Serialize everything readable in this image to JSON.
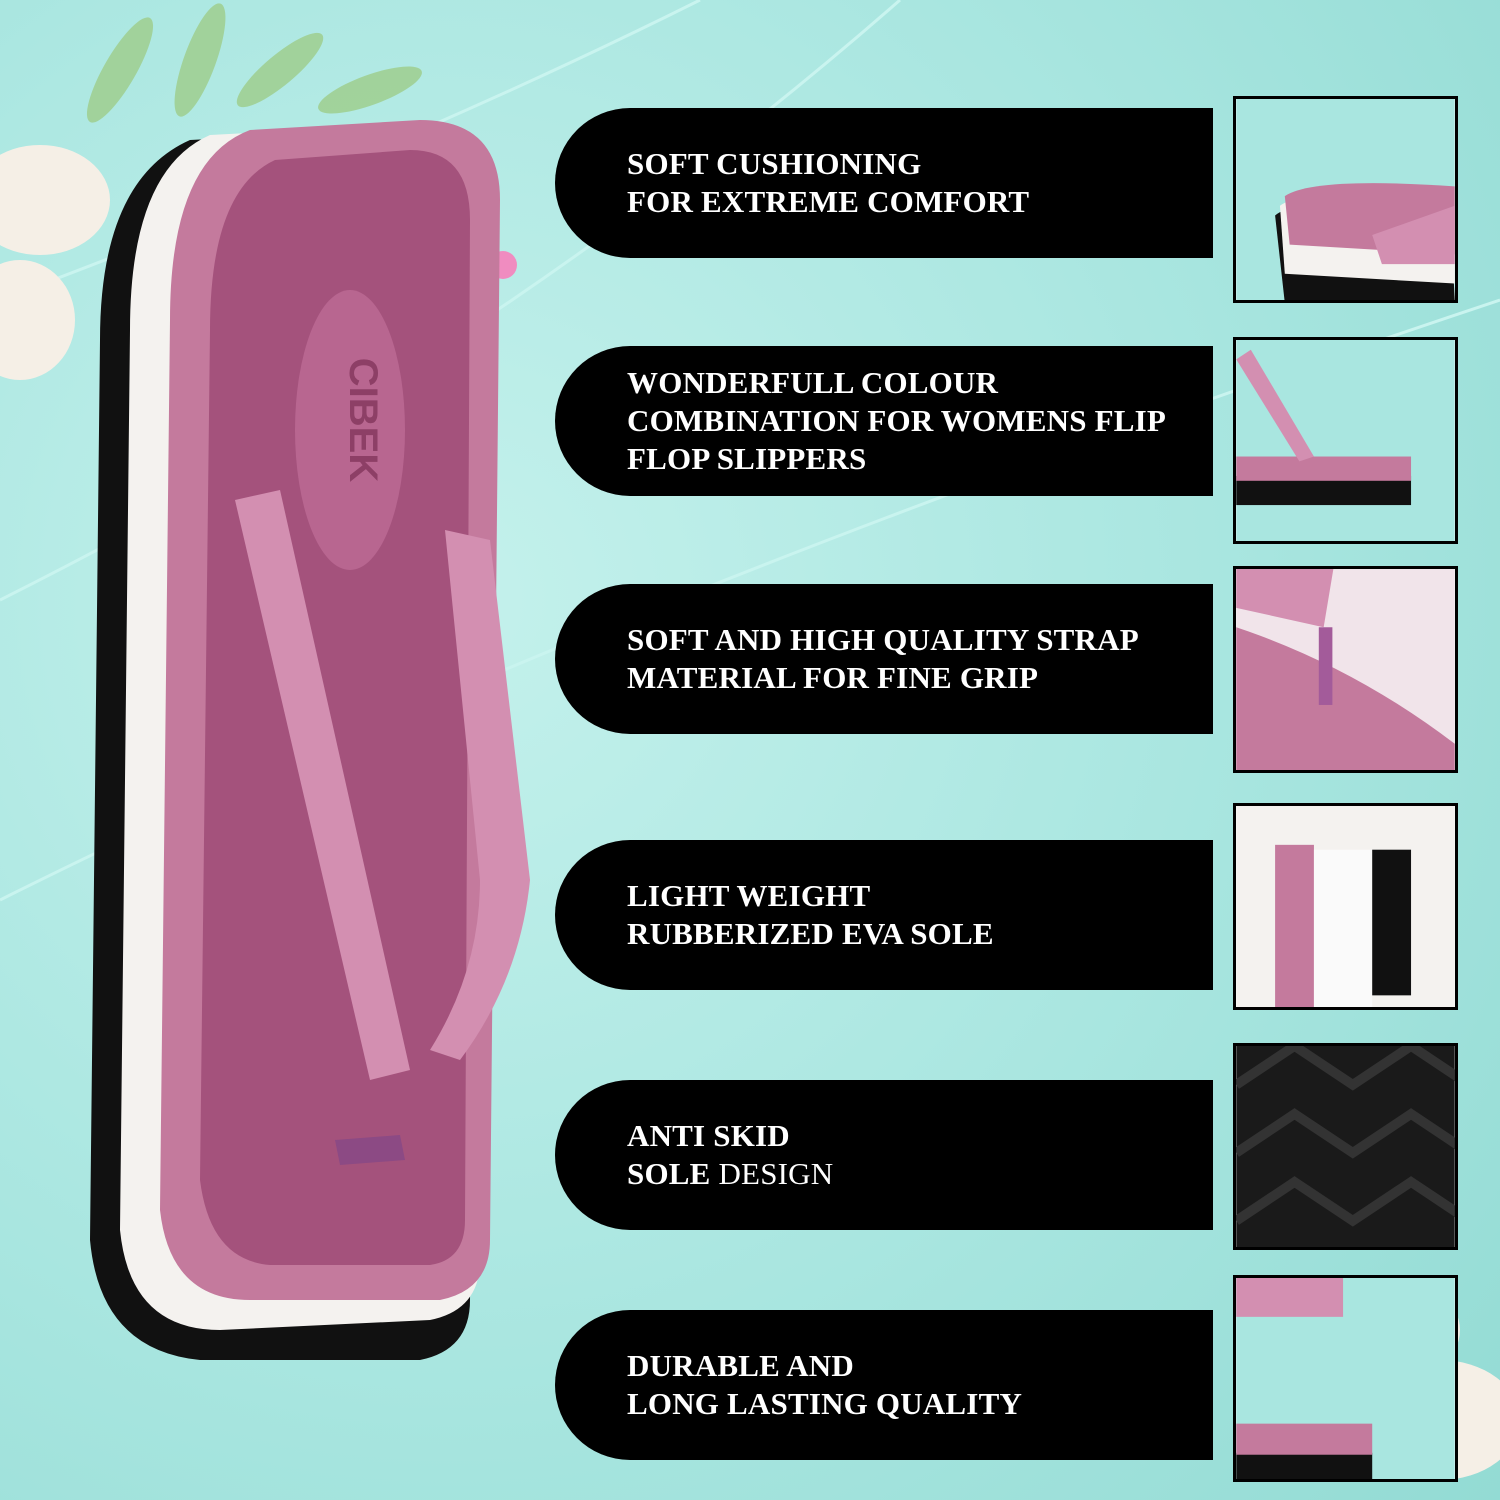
{
  "brand_logo": "CIBEK",
  "colors": {
    "background": "#a9e6e0",
    "pill": "#000000",
    "sole_pink": "#c27a9c",
    "sole_dark": "#9d4f78",
    "strap": "#d08aae"
  },
  "features": [
    {
      "lines": [
        "SOFT CUSHIONING",
        "FOR EXTREME COMFORT"
      ]
    },
    {
      "lines": [
        "WONDERFULL COLOUR",
        "COMBINATION FOR WOMENS FLIP",
        "FLOP SLIPPERS"
      ]
    },
    {
      "lines": [
        "SOFT AND HIGH QUALITY STRAP",
        "MATERIAL FOR FINE GRIP"
      ]
    },
    {
      "lines": [
        "LIGHT WEIGHT",
        "RUBBERIZED EVA SOLE"
      ]
    },
    {
      "lines": [
        "ANTI SKID"
      ],
      "last_bold": "SOLE",
      "last_regular": " DESIGN"
    },
    {
      "lines": [
        "DURABLE AND",
        "LONG LASTING QUALITY"
      ]
    }
  ]
}
